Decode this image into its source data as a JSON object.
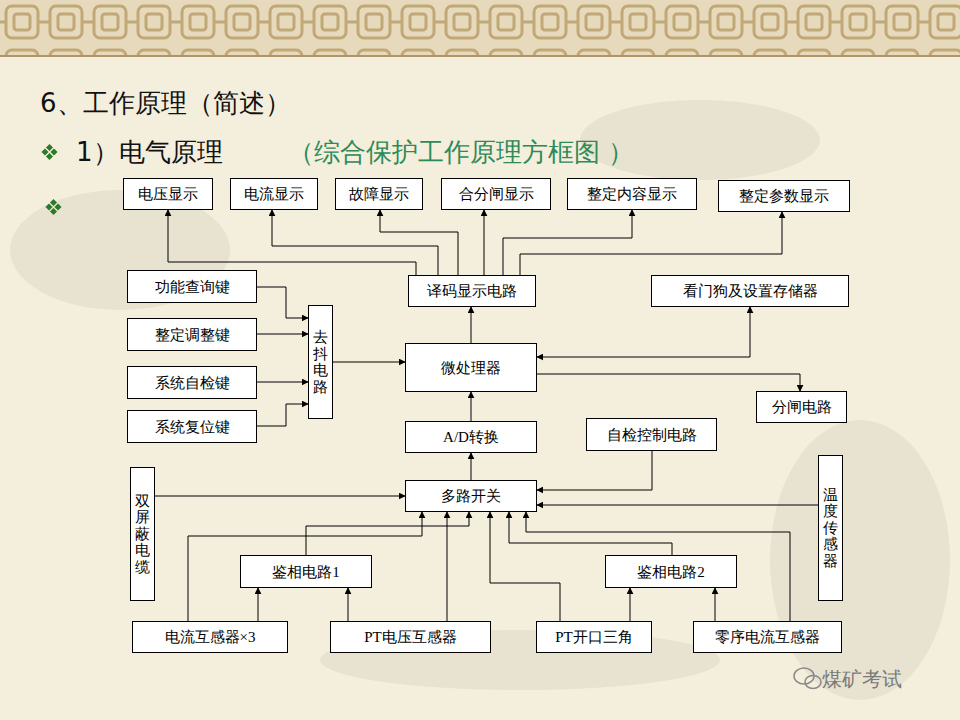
{
  "diagram": {
    "title": "6、工作原理（简述）",
    "nodes": [
      {
        "text": [
          "电压显示"
        ]
      },
      {
        "text": [
          "电流显示"
        ]
      },
      {
        "text": [
          "故障显示"
        ]
      },
      {
        "text": [
          "合分闸显示"
        ]
      },
      {
        "text": [
          "整定内容显示"
        ]
      },
      {
        "text": [
          "整定参数显示"
        ]
      },
      {
        "text": [
          "功能查询键"
        ]
      },
      {
        "text": [
          "译码显示电路"
        ]
      },
      {
        "text": [
          "看门狗及设置存储器"
        ]
      },
      {
        "text": [
          "去抖电路"
        ]
      },
      {
        "text": [
          "整定调整键"
        ]
      },
      {
        "text": [
          "微处理器"
        ]
      },
      {
        "text": [
          "系统自检键"
        ]
      },
      {
        "text": [
          "分闸电路"
        ]
      },
      {
        "text": [
          "系统复位键"
        ]
      },
      {
        "text": [
          "A/D转换"
        ]
      },
      {
        "text": [
          "自检控制电路"
        ]
      },
      {
        "text": [
          "双屏蔽电缆"
        ]
      },
      {
        "text": [
          "温度传感器"
        ]
      },
      {
        "text": [
          "多路开关"
        ]
      },
      {
        "text": [
          "鉴相电路1"
        ]
      },
      {
        "text": [
          "鉴相电路2"
        ]
      },
      {
        "text": [
          "电流互感器×3"
        ]
      },
      {
        "text": [
          "PT电压互感器"
        ]
      },
      {
        "text": [
          "PT开口三角"
        ]
      },
      {
        "text": [
          "零序电流互感器"
        ]
      }
    ],
    "edges": [
      {
        "from": 7,
        "to": 0,
        "arrow": "to"
      },
      {
        "from": 7,
        "to": 1,
        "arrow": "to"
      },
      {
        "from": 7,
        "to": 2,
        "arrow": "to"
      },
      {
        "from": 7,
        "to": 3,
        "arrow": "to"
      },
      {
        "from": 7,
        "to": 4,
        "arrow": "to"
      },
      {
        "from": 7,
        "to": 5,
        "arrow": "to"
      },
      {
        "from": 6,
        "to": 9,
        "arrow": "to"
      },
      {
        "from": 10,
        "to": 9,
        "arrow": "to"
      },
      {
        "from": 12,
        "to": 9,
        "arrow": "to"
      },
      {
        "from": 14,
        "to": 9,
        "arrow": "to"
      },
      {
        "from": 9,
        "to": 11,
        "arrow": "to"
      },
      {
        "from": 11,
        "to": 7,
        "arrow": "to"
      },
      {
        "from": 11,
        "to": 8,
        "arrow": "both"
      },
      {
        "from": 11,
        "to": 13,
        "arrow": "to"
      },
      {
        "from": 15,
        "to": 11,
        "arrow": "to"
      },
      {
        "from": 19,
        "to": 15,
        "arrow": "to"
      },
      {
        "from": 16,
        "to": 19,
        "arrow": "to"
      },
      {
        "from": 17,
        "to": 19,
        "arrow": "to"
      },
      {
        "from": 18,
        "to": 19,
        "arrow": "to"
      },
      {
        "from": 22,
        "to": 20,
        "arrow": "to"
      },
      {
        "from": 22,
        "to": 19,
        "arrow": "to"
      },
      {
        "from": 23,
        "to": 20,
        "arrow": "to"
      },
      {
        "from": 23,
        "to": 19,
        "arrow": "to"
      },
      {
        "from": 20,
        "to": 19,
        "arrow": "to"
      },
      {
        "from": 24,
        "to": 21,
        "arrow": "to"
      },
      {
        "from": 24,
        "to": 19,
        "arrow": "to"
      },
      {
        "from": 25,
        "to": 21,
        "arrow": "to"
      },
      {
        "from": 25,
        "to": 19,
        "arrow": "to"
      },
      {
        "from": 21,
        "to": 19,
        "arrow": "to"
      }
    ],
    "labels": [
      "1）电气原理",
      "（综合保护工作原理方框图 ）",
      "煤矿考试"
    ]
  }
}
